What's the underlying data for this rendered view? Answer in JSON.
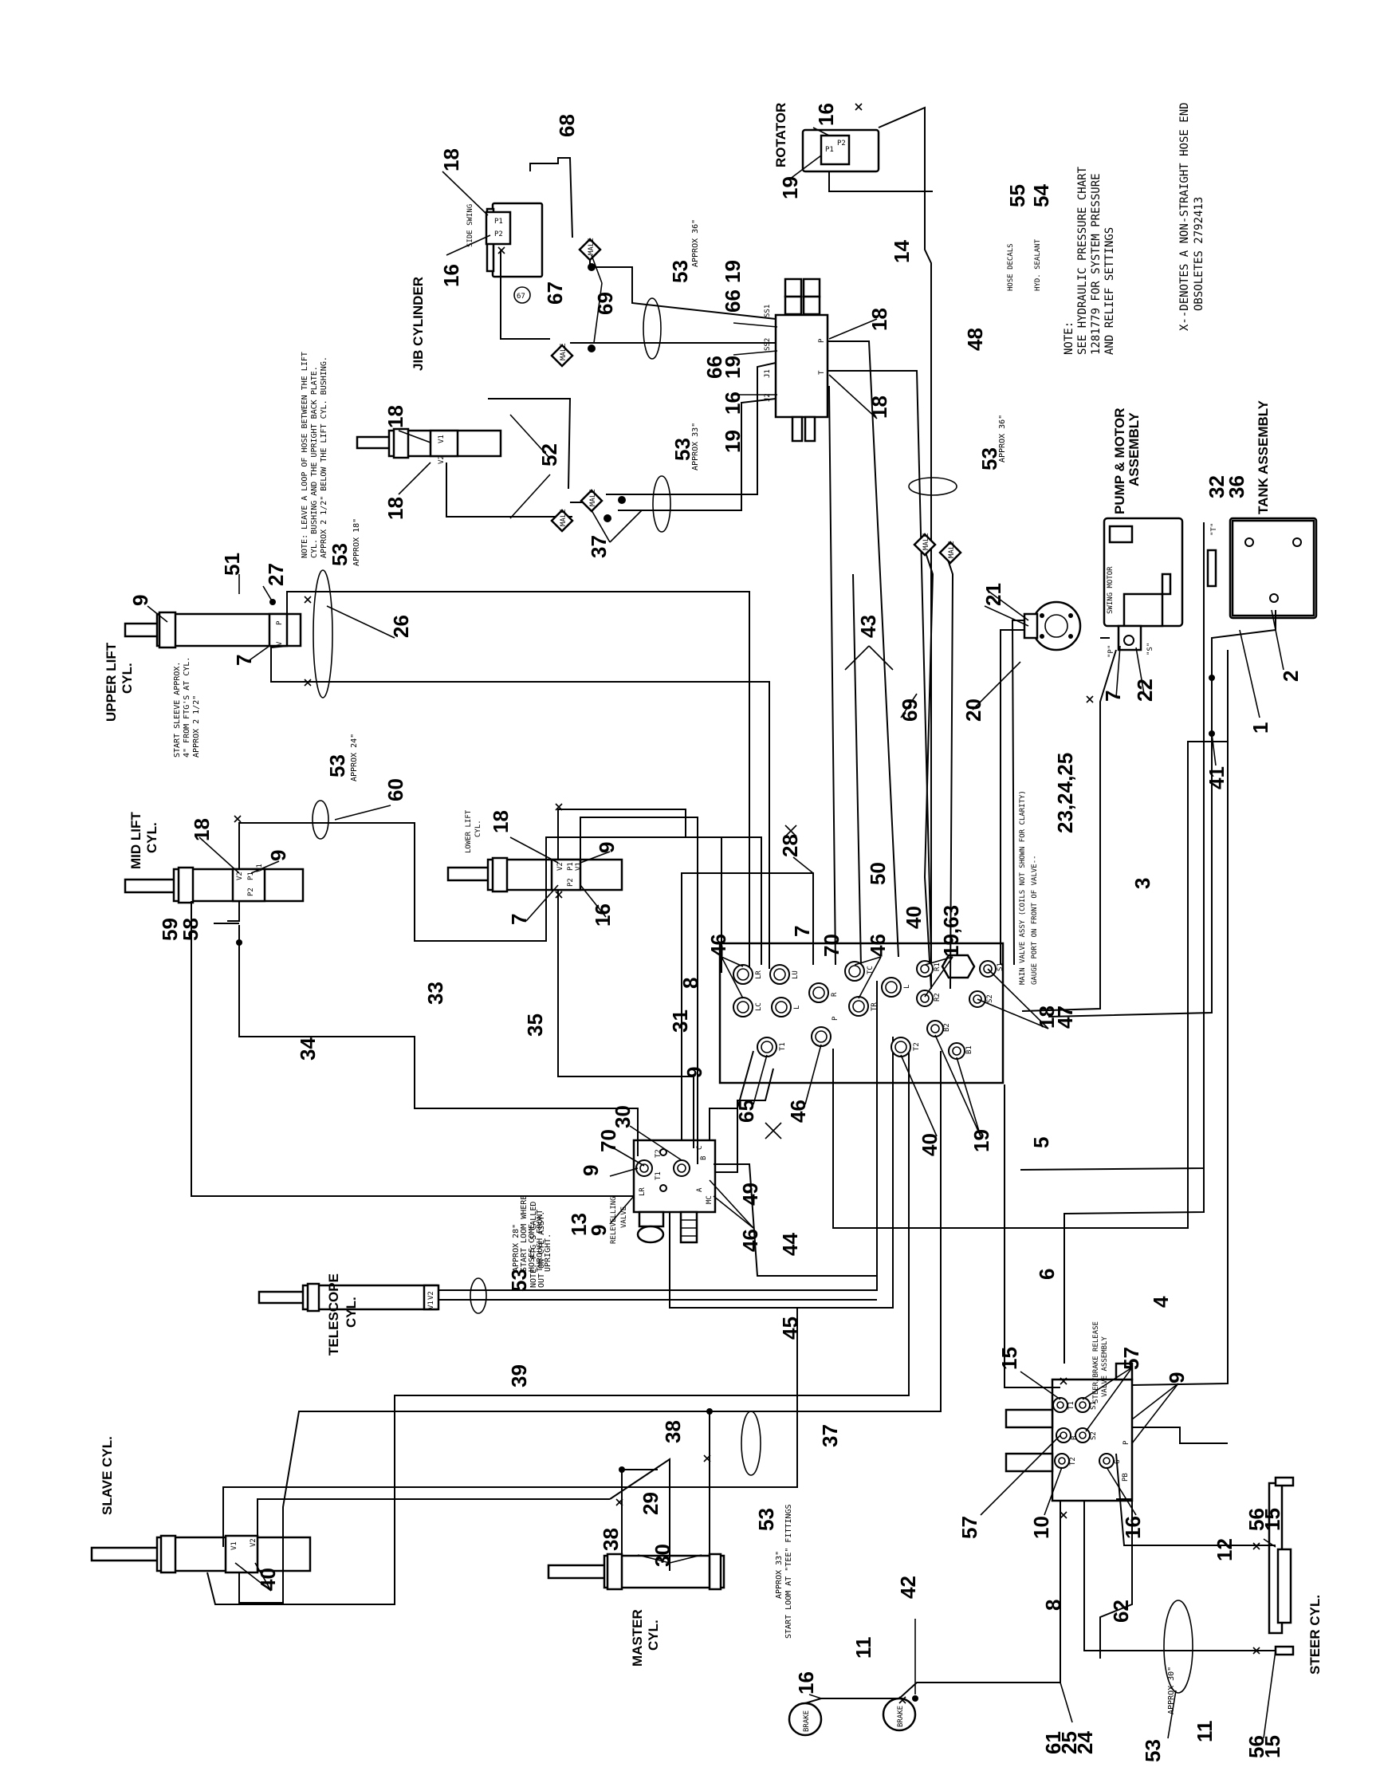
{
  "title_labels": {
    "rotator": "ROTATOR",
    "jib_cylinder": "JIB CYLINDER",
    "upper_lift_1": "UPPER LIFT",
    "upper_lift_2": "CYL.",
    "mid_lift_1": "MID LIFT",
    "mid_lift_2": "CYL.",
    "telescope_1": "TELESCOPE",
    "telescope_2": "CYL.",
    "slave": "SLAVE CYL.",
    "master_1": "MASTER",
    "master_2": "CYL.",
    "steer": "STEER CYL.",
    "pump_1": "PUMP & MOTOR",
    "pump_2": "ASSEMBLY",
    "tank": "TANK ASSEMBLY"
  },
  "small_labels": {
    "side_swing": "SIDE SWING",
    "swing_motor": "SWING MOTOR",
    "lower_lift": "LOWER LIFT",
    "lower_lift_2": "CYL.",
    "relevelling_1": "RELEVELLING",
    "relevelling_2": "VALVE",
    "brake": "BRAKE",
    "steer_brake_1": "STEER/BRAKE RELEASE",
    "steer_brake_2": "VALVE ASSEMBLY",
    "main_valve_1": "MAIN VALVE ASSY (COILS NOT SHOWN FOR CLARITY)",
    "main_valve_2": "GAUGE PORT ON FRONT OF VALVE--",
    "male": "MALE",
    "hose_decals": "HOSE DECALS",
    "hyd_sealant": "HYD. SEALANT"
  },
  "notes": {
    "note_1": "NOTE:",
    "note_2": "SEE HYDRAULIC PRESSURE CHART",
    "note_3": "1281779 FOR SYSTEM PRESSURE",
    "note_4": "AND RELIEF SETTINGS",
    "x_1": "X--DENOTES A NON-STRAIGHT HOSE END",
    "x_2": "OBSOLETES 2792413",
    "loop_1": "NOTE: LEAVE A LOOP OF HOSE BETWEEN THE LIFT",
    "loop_2": "CYL. BUSHING AND THE UPRIGHT BACK PLATE.",
    "loop_3": "APPROX 2 1/2\" BELOW THE LIFT CYL. BUSHING.",
    "sleeve_1": "START SLEEVE APPROX.",
    "sleeve_2": "4\" FROM FTG'S AT CYL.",
    "sleeve_3": "APPROX 2 1/2\"",
    "tele_1": "NOTE: FTG'S CALLED",
    "tele_2": "OUT ON CYL ASSY.",
    "tele_3": "APPROX 28\"",
    "tele_4": "START LOOM WHERE",
    "tele_5": "HOSES COME",
    "tele_6": "THROUGH FRONT",
    "tele_7": "UPRIGHT.",
    "tee_1": "APPROX 33\"",
    "tee_2": "START LOOM AT \"TEE\" FITTINGS",
    "approx_36_a": "APPROX 36\"",
    "approx_33_a": "APPROX 33\"",
    "approx_36_b": "APPROX 36\"",
    "approx_18": "APPROX 18\"",
    "approx_24": "APPROX 24\"",
    "approx_30": "APPROX 30\""
  },
  "port_labels": {
    "main": [
      "LR",
      "LU",
      "LC",
      "L",
      "R",
      "TC",
      "TR",
      "L",
      "R1",
      "R2",
      "S1",
      "S2",
      "T1",
      "P",
      "T2",
      "B2",
      "B1"
    ],
    "relev": [
      "T2",
      "T1",
      "LR",
      "B",
      "C",
      "A",
      "MC"
    ],
    "steer": [
      "T1",
      "S1",
      "B",
      "S2",
      "T2",
      "G",
      "PB",
      "P"
    ],
    "manifold": [
      "SS1",
      "SS2",
      "J1",
      "J2",
      "P",
      "T"
    ],
    "pump": [
      "\"P\"",
      "\"S\"",
      "\"T\""
    ],
    "cyl": [
      "P",
      "V",
      "V1",
      "V2",
      "P1",
      "P2"
    ]
  },
  "callouts": {
    "n16a": "16",
    "n19a": "19",
    "n68": "68",
    "n18a": "18",
    "n16b": "16",
    "n67": "67",
    "n67c": "67",
    "n69a": "69",
    "n53a": "53",
    "n66a": "66",
    "n19b": "19",
    "n66b": "66",
    "n19c": "19",
    "n16c": "16",
    "n19d": "19",
    "n18b": "18",
    "n18c": "18",
    "n14": "14",
    "n48": "48",
    "n55": "55",
    "n54": "54",
    "n18d": "18",
    "n52": "52",
    "n53b": "53",
    "n18e": "18",
    "n37a": "37",
    "n53c": "53",
    "n32": "32",
    "n36": "36",
    "n51": "51",
    "n27": "27",
    "n53d": "53",
    "n9a": "9",
    "n7a": "7",
    "n26": "26",
    "n43": "43",
    "n21": "21",
    "n20": "20",
    "n7b": "7",
    "n22": "22",
    "n2": "2",
    "n1": "1",
    "n69b": "69",
    "n41": "41",
    "n53e": "53",
    "n60": "60",
    "n18f": "18",
    "n9b": "9",
    "n59": "59",
    "n58": "58",
    "n18g": "18",
    "n9c": "9",
    "n7c": "7",
    "n16d": "16",
    "n28": "28",
    "n23": "23,24,25",
    "n3": "3",
    "n46a": "46",
    "n7d": "7",
    "n70a": "70",
    "n50": "50",
    "n46b": "46",
    "n40a": "40",
    "n19e": "19,63",
    "n8a": "8",
    "n33": "33",
    "n34": "34",
    "n35": "35",
    "n31": "31",
    "n9d": "9",
    "n18h": "18",
    "n47": "47",
    "n65": "65",
    "n46c": "46",
    "n40b": "40",
    "n19f": "19",
    "n5": "5",
    "n70b": "70",
    "n30a": "30",
    "n9e": "9",
    "n13": "13",
    "n9f": "9",
    "n46d": "46",
    "n49": "49",
    "n44": "44",
    "n53f": "53",
    "n45": "45",
    "n6": "6",
    "n4": "4",
    "n39": "39",
    "n38a": "38",
    "n38b": "38",
    "n37b": "37",
    "n53g": "53",
    "n29": "29",
    "n30b": "30",
    "n40c": "40",
    "n15a": "15",
    "n57a": "57",
    "n9g": "9",
    "n57b": "57",
    "n10": "10",
    "n16e": "16",
    "n62": "62",
    "n12": "12",
    "n56a": "56",
    "n15b": "15",
    "n16f": "16",
    "n11a": "11",
    "n42": "42",
    "n8b": "8",
    "n61": "61",
    "n25": "25",
    "n24": "24",
    "n53h": "53",
    "n11b": "11",
    "n56b": "56",
    "n15c": "15"
  }
}
